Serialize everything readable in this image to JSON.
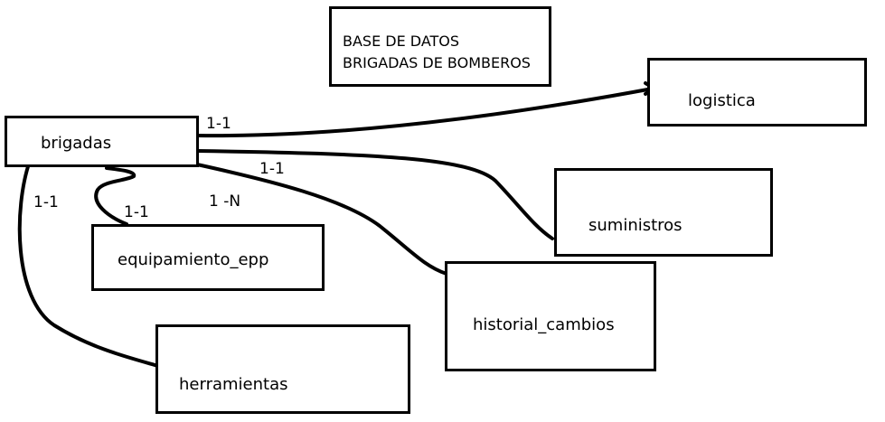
{
  "title": {
    "line1": "BASE DE DATOS",
    "line2": "BRIGADAS DE BOMBEROS"
  },
  "entities": {
    "brigadas": "brigadas",
    "logistica": "logistica",
    "suministros": "suministros",
    "historial_cambios": "historial_cambios",
    "equipamiento_epp": "equipamiento_epp",
    "herramientas": "herramientas"
  },
  "relations": {
    "logistica": "1-1",
    "suministros": "1-1",
    "equipamiento_epp": "1-1",
    "historial_cambios": "1 -N",
    "herramientas": "1-1"
  },
  "colors": {
    "stroke": "#000000",
    "background": "#ffffff"
  }
}
